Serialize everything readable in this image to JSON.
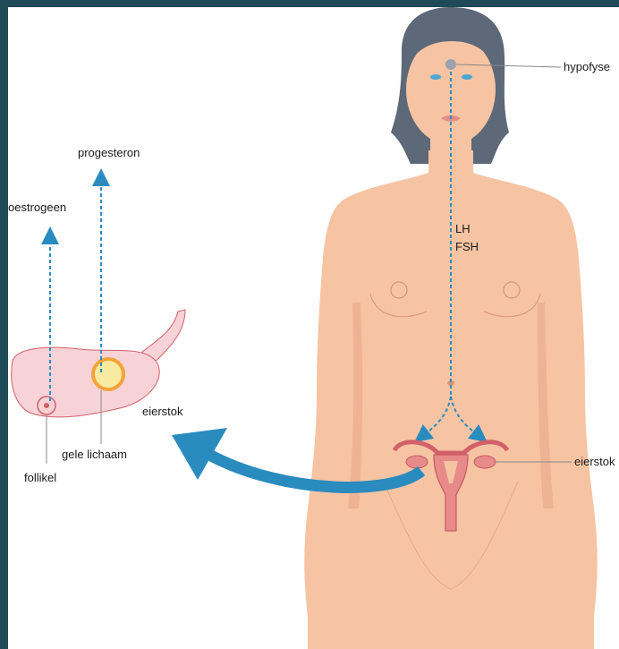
{
  "labels": {
    "hypofyse": "hypofyse",
    "lh": "LH",
    "fsh": "FSH",
    "eierstok_body": "eierstok",
    "eierstok_detail": "eierstok",
    "progesteron": "progesteron",
    "oestrogeen": "oestrogeen",
    "gele_lichaam": "gele lichaam",
    "follikel": "follikel"
  },
  "colors": {
    "frame": "#1f4a57",
    "background": "#ffffff",
    "skin": "#f6c4a3",
    "skin_shadow": "#e8a987",
    "hair": "#5d6878",
    "arrow_blue": "#2a8bbf",
    "ovary_pink": "#f7d3d8",
    "ovary_outline": "#d2606a",
    "corpus_luteum": "#f3a33a",
    "uterus": "#e88a8a"
  }
}
